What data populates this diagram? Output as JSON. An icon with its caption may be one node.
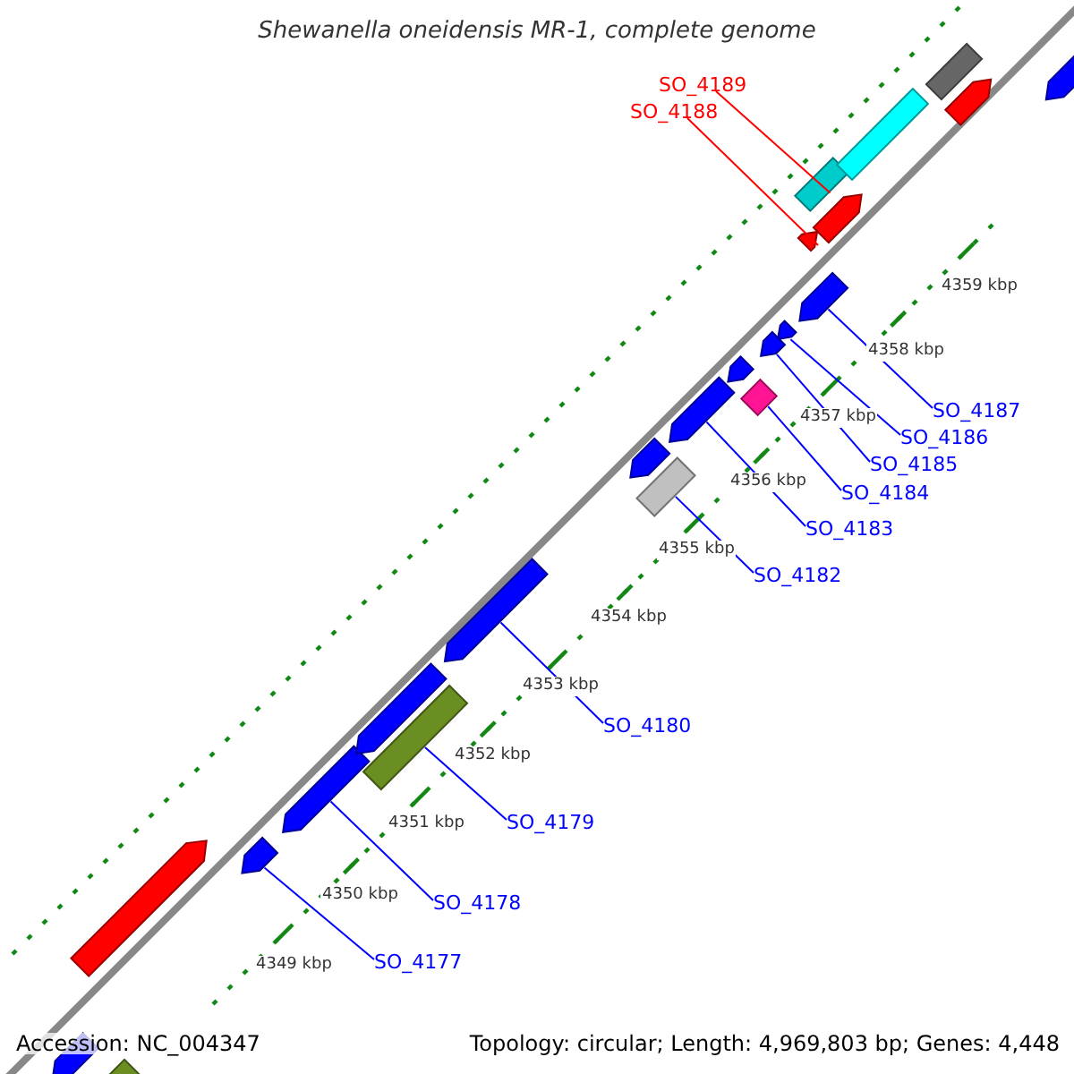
{
  "diagram": {
    "title": "Shewanella oneidensis MR-1, complete genome",
    "nodes": [
      {
        "text": [
          "SO_4189"
        ]
      },
      {
        "text": [
          "SO_4188"
        ]
      },
      {
        "text": [
          "SO_4187"
        ]
      },
      {
        "text": [
          "SO_4186"
        ]
      },
      {
        "text": [
          "SO_4185"
        ]
      },
      {
        "text": [
          "SO_4184"
        ]
      },
      {
        "text": [
          "SO_4183"
        ]
      },
      {
        "text": [
          "SO_4182"
        ]
      },
      {
        "text": [
          "SO_4180"
        ]
      },
      {
        "text": [
          "SO_4179"
        ]
      },
      {
        "text": [
          "SO_4178"
        ]
      },
      {
        "text": [
          "SO_4177"
        ]
      },
      {
        "text": [],
        "shape": "bar"
      },
      {
        "text": [],
        "shape": "bar"
      },
      {
        "text": [],
        "shape": "bar"
      },
      {
        "text": [],
        "shape": "bar"
      },
      {
        "text": [],
        "shape": "bar"
      },
      {
        "text": [],
        "shape": "bar"
      },
      {
        "text": [],
        "shape": "bar"
      },
      {
        "text": [],
        "shape": "bar"
      },
      {
        "text": [],
        "shape": "bar"
      },
      {
        "text": [],
        "shape": "bar"
      },
      {
        "text": [],
        "shape": "bar"
      },
      {
        "text": [],
        "shape": "bar"
      },
      {
        "text": [],
        "shape": "bar"
      },
      {
        "text": [],
        "shape": "bar"
      },
      {
        "text": [],
        "shape": "bar"
      },
      {
        "text": [],
        "shape": "bar"
      },
      {
        "text": [],
        "shape": "bar"
      },
      {
        "text": [],
        "shape": "bar"
      },
      {
        "text": [],
        "shape": "bar"
      },
      {
        "text": [],
        "shape": "bar"
      },
      {
        "text": [],
        "shape": "bar"
      },
      {
        "text": [],
        "shape": "bar"
      },
      {
        "text": [],
        "shape": "bar"
      }
    ],
    "edges": [
      {
        "from": 0,
        "to": 12,
        "arrow": "none",
        "color": "#ff0000"
      },
      {
        "from": 1,
        "to": 13,
        "arrow": "none",
        "color": "#ff0000"
      },
      {
        "from": 2,
        "to": 14,
        "arrow": "none"
      },
      {
        "from": 3,
        "to": 15,
        "arrow": "none"
      },
      {
        "from": 4,
        "to": 16,
        "arrow": "none"
      },
      {
        "from": 5,
        "to": 17,
        "arrow": "none"
      },
      {
        "from": 6,
        "to": 18,
        "arrow": "none"
      },
      {
        "from": 7,
        "to": 19,
        "arrow": "none"
      },
      {
        "from": 8,
        "to": 20,
        "arrow": "none"
      },
      {
        "from": 9,
        "to": 21,
        "arrow": "none"
      },
      {
        "from": 10,
        "to": 22,
        "arrow": "none"
      },
      {
        "from": 11,
        "to": 23,
        "arrow": "none"
      }
    ],
    "labels": [
      "4359 kbp",
      "4358 kbp",
      "4357 kbp",
      "4356 kbp",
      "4355 kbp",
      "4354 kbp",
      "4353 kbp",
      "4352 kbp",
      "4351 kbp",
      "4350 kbp",
      "4349 kbp",
      "Accession: NC_004347",
      "Topology: circular; Length: 4,969,803 bp; Genes: 4,448"
    ]
  }
}
